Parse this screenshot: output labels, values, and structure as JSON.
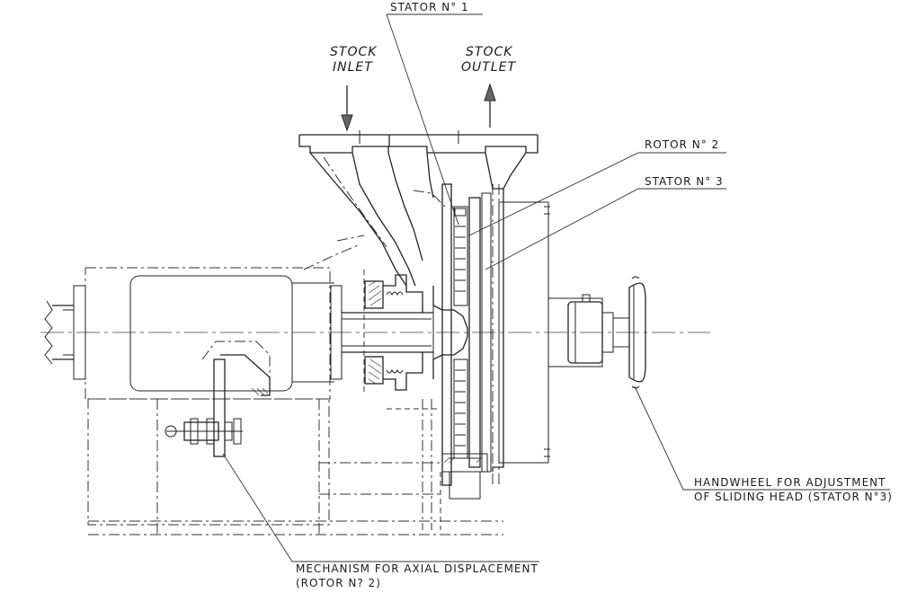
{
  "labels": {
    "stator1": "STATOR N° 1",
    "stock_inlet_1": "STOCK",
    "stock_inlet_2": "INLET",
    "stock_outlet_1": "STOCK",
    "stock_outlet_2": "OUTLET",
    "rotor2": "ROTOR N° 2",
    "stator3": "STATOR N° 3",
    "handwheel_1": "HANDWHEEL FOR ADJUSTMENT",
    "handwheel_2": "OF SLIDING HEAD (STATOR N°3)",
    "mechanism_1": "MECHANISM FOR AXIAL DISPLACEMENT",
    "mechanism_2": "(ROTOR N? 2)"
  },
  "colors": {
    "line": "#222222",
    "arrow_fill": "#666666",
    "background": "#ffffff"
  }
}
